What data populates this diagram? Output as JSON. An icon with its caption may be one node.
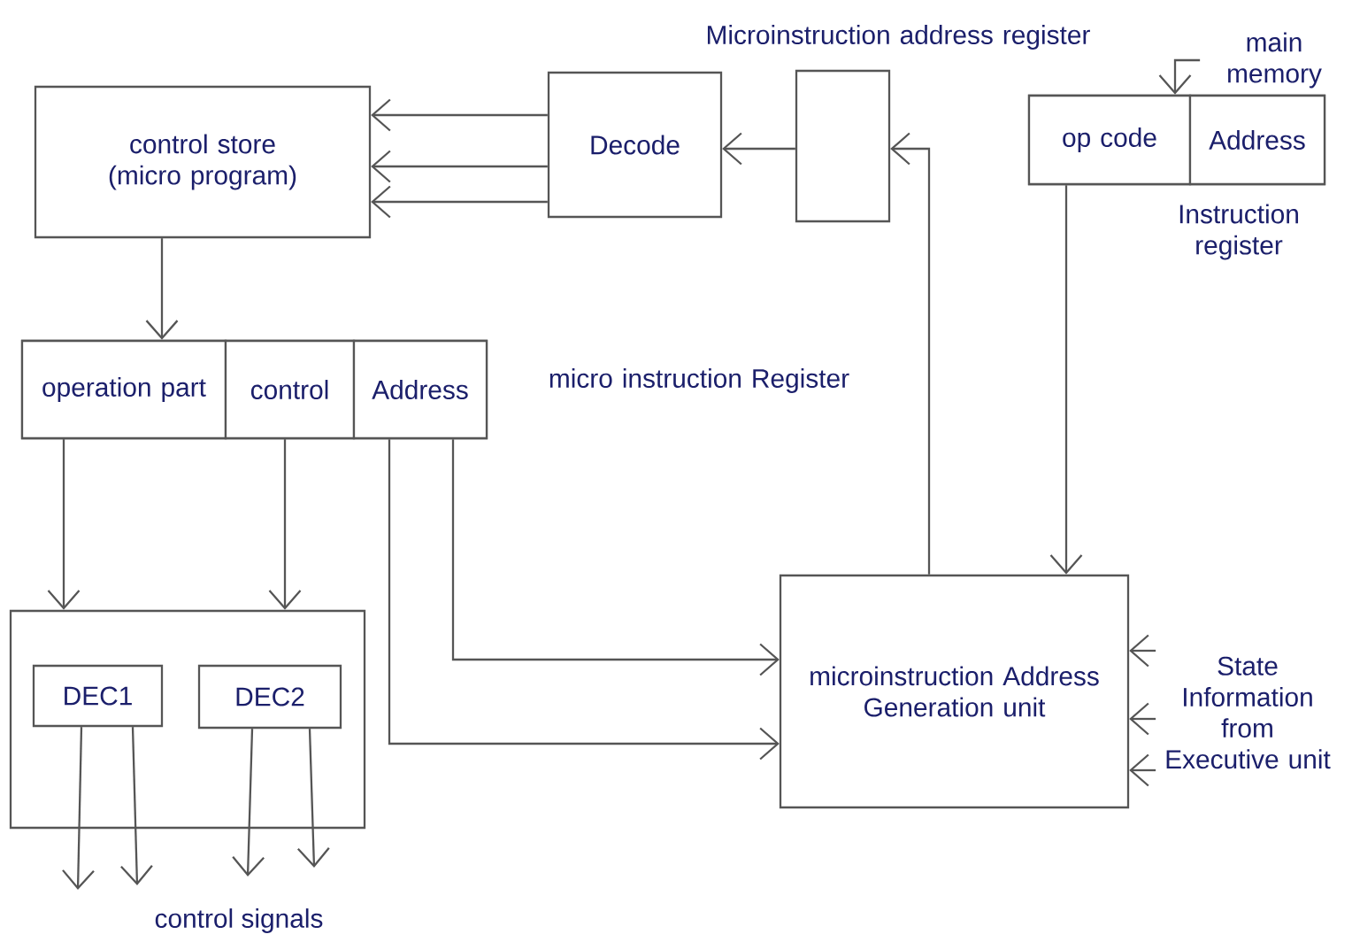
{
  "diagram": {
    "nodes": [
      {
        "text": [
          "control store (micro program)"
        ]
      },
      {
        "text": [
          "Decode"
        ]
      },
      {
        "text": [
          "Microinstruction address register"
        ]
      },
      {
        "text": [
          "Instruction register"
        ]
      },
      {
        "text": [
          "op code"
        ],
        "in": 3
      },
      {
        "text": [
          "Address"
        ],
        "in": 3
      },
      {
        "text": [
          "main memory"
        ]
      },
      {
        "text": [
          "micro instruction Register"
        ]
      },
      {
        "text": [
          "operation part"
        ],
        "in": 7
      },
      {
        "text": [
          "control"
        ],
        "in": 7
      },
      {
        "text": [
          "Address"
        ],
        "in": 7
      },
      {
        "text": [],
        "shape": "box"
      },
      {
        "text": [
          "DEC1"
        ],
        "in": 11
      },
      {
        "text": [
          "DEC2"
        ],
        "in": 11
      },
      {
        "text": [
          "microinstruction Address Generation unit"
        ]
      },
      {
        "text": [
          "State Information from Executive unit"
        ]
      }
    ],
    "edges": [
      {
        "from": 1,
        "to": 0,
        "arrow": "to"
      },
      {
        "from": 1,
        "to": 0,
        "arrow": "to"
      },
      {
        "from": 1,
        "to": 0,
        "arrow": "to"
      },
      {
        "from": 2,
        "to": 1,
        "arrow": "to"
      },
      {
        "from": 14,
        "to": 2,
        "arrow": "to"
      },
      {
        "from": 6,
        "to": 3,
        "arrow": "to"
      },
      {
        "from": 4,
        "to": 14,
        "arrow": "to"
      },
      {
        "from": 0,
        "to": 8,
        "arrow": "to"
      },
      {
        "from": 8,
        "to": 11,
        "arrow": "to"
      },
      {
        "from": 9,
        "to": 11,
        "arrow": "to"
      },
      {
        "from": 10,
        "to": 14,
        "arrow": "to"
      },
      {
        "from": 10,
        "to": 14,
        "arrow": "to"
      },
      {
        "from": 12,
        "to": null,
        "arrow": "to"
      },
      {
        "from": 12,
        "to": null,
        "arrow": "to"
      },
      {
        "from": 13,
        "to": null,
        "arrow": "to"
      },
      {
        "from": 13,
        "to": null,
        "arrow": "to"
      },
      {
        "from": 15,
        "to": 14,
        "arrow": "to"
      },
      {
        "from": 15,
        "to": 14,
        "arrow": "to"
      },
      {
        "from": 15,
        "to": 14,
        "arrow": "to"
      }
    ],
    "labels": [
      "control signals"
    ]
  }
}
